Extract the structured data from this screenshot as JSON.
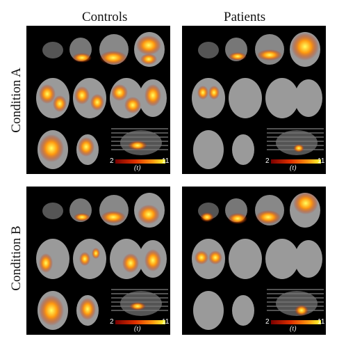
{
  "columns": [
    "Controls",
    "Patients"
  ],
  "rows": [
    "Condition A",
    "Condition B"
  ],
  "colorbar": {
    "min": "2",
    "max": "11",
    "variable": "(t)"
  },
  "colors": {
    "panel_bg": "#000000",
    "activation_low": "#c81e00",
    "activation_high": "#ffff30"
  },
  "panels": [
    {
      "id": "controls-condition-a",
      "activation": "widespread"
    },
    {
      "id": "patients-condition-a",
      "activation": "sparse"
    },
    {
      "id": "controls-condition-b",
      "activation": "widespread"
    },
    {
      "id": "patients-condition-b",
      "activation": "moderate"
    }
  ]
}
